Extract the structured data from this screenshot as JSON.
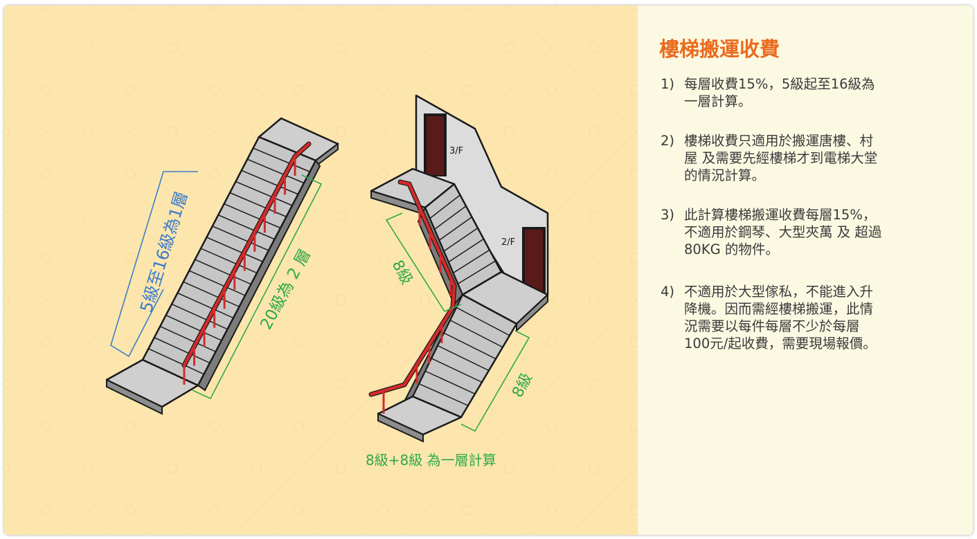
{
  "diagram": {
    "stair_a": {
      "blue_label": "5級至16級為1層",
      "green_label": "20級為 2 層"
    },
    "stair_b": {
      "floor_upper": "3/F",
      "floor_lower": "2/F",
      "flight_upper_label": "8級",
      "flight_lower_label": "8級",
      "caption": "8級+8級 為一層計算"
    },
    "colors": {
      "background": "#fde6ae",
      "blue": "#3d7cc9",
      "green": "#2ea84a",
      "rail": "#d42b2b",
      "stair": "#c9c9c9"
    }
  },
  "panel": {
    "title": "樓梯搬運收費",
    "items": [
      {
        "num": "1)",
        "text": "每層收費15%，5級起至16級為\n一層計算。"
      },
      {
        "num": "2)",
        "text": "樓梯收費只適用於搬運唐樓、村\n屋 及需要先經樓梯才到電梯大堂\n的情況計算。"
      },
      {
        "num": "3)",
        "text": "此計算樓梯搬運收費每層15%，\n不適用於鋼琴、大型夾萬 及 超過\n80KG 的物件。"
      },
      {
        "num": "4)",
        "text": "不適用於大型傢私，不能進入升\n降機。因而需經樓梯搬運，此情\n況需要以每件每層不少於每層\n100元/起收費，需要現場報價。"
      }
    ]
  }
}
